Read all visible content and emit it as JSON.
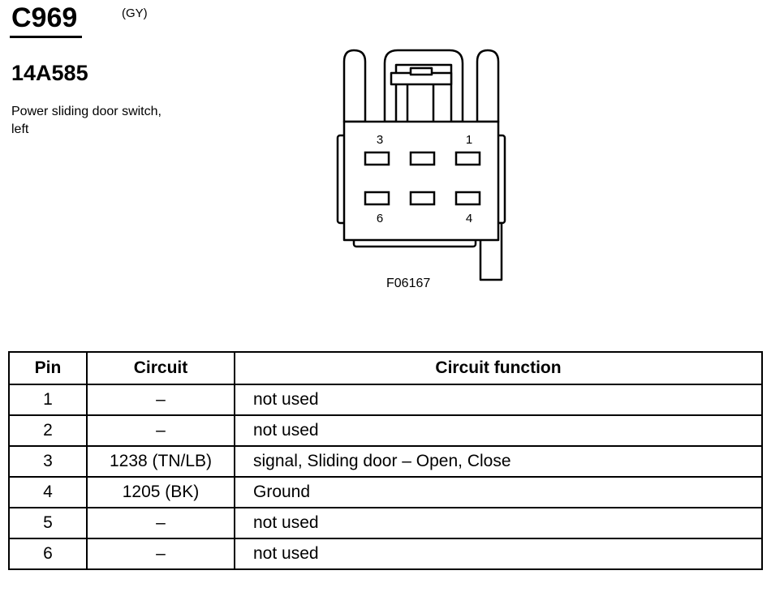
{
  "header": {
    "connector_id": "C969",
    "color_code": "(GY)",
    "part_number": "14A585",
    "description": "Power sliding door switch, left"
  },
  "diagram": {
    "figure_code": "F06167",
    "pin_labels": {
      "top_left": "3",
      "top_right": "1",
      "bottom_left": "6",
      "bottom_right": "4"
    }
  },
  "table": {
    "headers": [
      "Pin",
      "Circuit",
      "Circuit function"
    ],
    "rows": [
      {
        "pin": "1",
        "circuit": "–",
        "function": "not used"
      },
      {
        "pin": "2",
        "circuit": "–",
        "function": "not used"
      },
      {
        "pin": "3",
        "circuit": "1238 (TN/LB)",
        "function": "signal, Sliding door – Open, Close"
      },
      {
        "pin": "4",
        "circuit": "1205 (BK)",
        "function": "Ground"
      },
      {
        "pin": "5",
        "circuit": "–",
        "function": "not used"
      },
      {
        "pin": "6",
        "circuit": "–",
        "function": "not used"
      }
    ]
  }
}
